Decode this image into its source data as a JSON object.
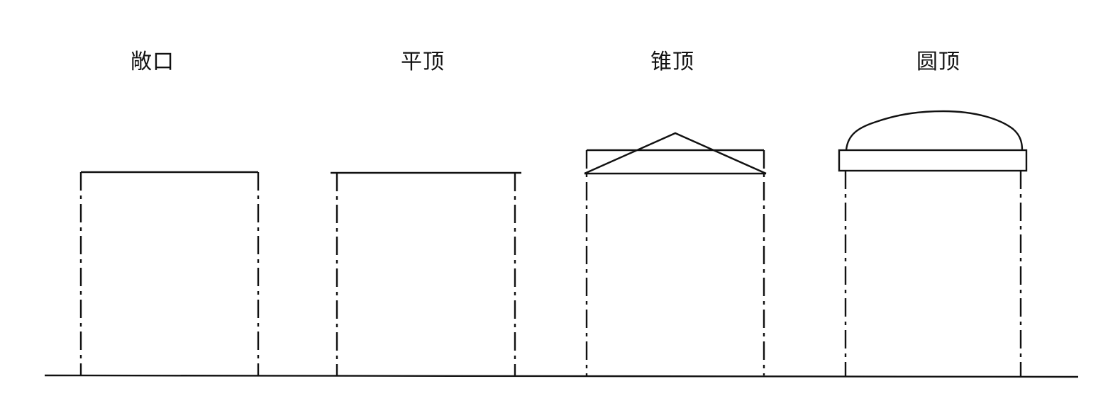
{
  "diagram": {
    "labels": {
      "open_top": "敞口",
      "flat_roof": "平顶",
      "cone_roof": "锥顶",
      "dome_roof": "圆顶"
    }
  }
}
